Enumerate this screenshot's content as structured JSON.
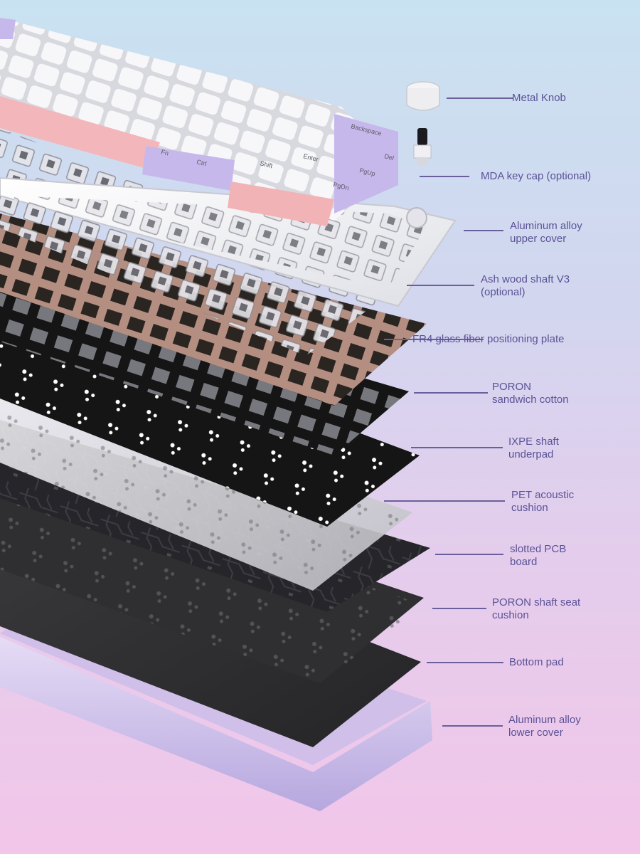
{
  "colors": {
    "accent": "#7c6fc4",
    "label_text": "#5b5296",
    "leader_line": "#6a5f9a",
    "keycap_white": "#f4f4f6",
    "keycap_purple": "#c5b6ea",
    "keycap_pink": "#f3b4b8",
    "plate_copper": "#b89488",
    "foam_black": "#141414",
    "acoustic_clear": "#d9d9dc",
    "pcb_dark": "#2a2a2c",
    "bottom_pad": "#303032",
    "lower_case": "#d6c9ef"
  },
  "keycaps": [
    "Backspace",
    "Enter",
    "Shift",
    "Fn",
    "Ctrl",
    "Del",
    "PgUp",
    "PgDn"
  ],
  "components": [
    {
      "id": "metal-knob",
      "lines": [
        "Metal Knob"
      ]
    },
    {
      "id": "keycap",
      "lines": [
        "MDA key cap (optional)"
      ]
    },
    {
      "id": "upper-cover",
      "lines": [
        "Aluminum alloy",
        "upper cover"
      ]
    },
    {
      "id": "switch",
      "lines": [
        "Ash wood shaft V3",
        "(optional)"
      ]
    },
    {
      "id": "plate",
      "lines": [
        "FR4 glass fiber positioning plate"
      ]
    },
    {
      "id": "poron-sandwich",
      "lines": [
        "PORON",
        "sandwich cotton"
      ]
    },
    {
      "id": "ixpe",
      "lines": [
        "IXPE shaft",
        "underpad"
      ]
    },
    {
      "id": "pet",
      "lines": [
        "PET acoustic",
        "cushion"
      ]
    },
    {
      "id": "pcb",
      "lines": [
        "slotted PCB",
        "board"
      ]
    },
    {
      "id": "poron-seat",
      "lines": [
        "PORON shaft seat",
        "cushion"
      ]
    },
    {
      "id": "bottom-pad",
      "lines": [
        "Bottom pad"
      ]
    },
    {
      "id": "lower-cover",
      "lines": [
        "Aluminum alloy",
        "lower cover"
      ]
    }
  ]
}
